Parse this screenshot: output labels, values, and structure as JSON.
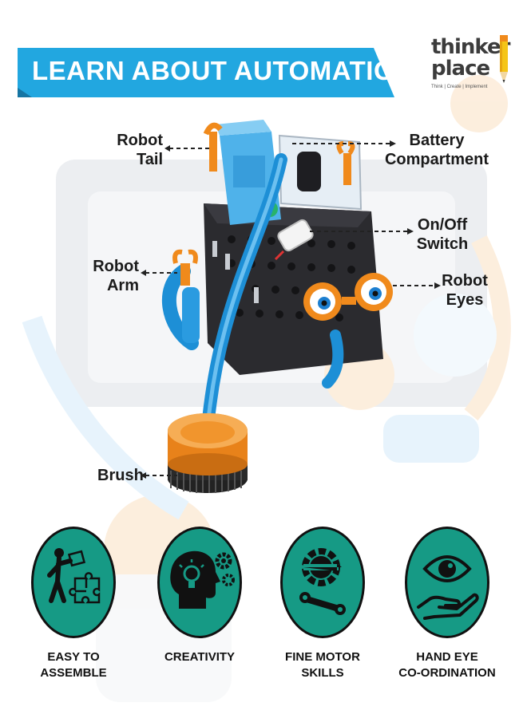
{
  "banner": {
    "title": "LEARN ABOUT AUTOMATION"
  },
  "logo": {
    "line1": "thinker",
    "line2": "place",
    "tagline": "Think | Create | Implement"
  },
  "colors": {
    "banner": "#22a7e0",
    "banner_shadow": "#1675a3",
    "feature_circle": "#169a85",
    "robot_blue": "#1d8fd6",
    "robot_orange": "#f08a1c"
  },
  "labels": {
    "robot_tail": {
      "line1": "Robot",
      "line2": "Tail"
    },
    "battery": {
      "line1": "Battery",
      "line2": "Compartment"
    },
    "onoff": {
      "line1": "On/Off",
      "line2": "Switch"
    },
    "robot_arm": {
      "line1": "Robot",
      "line2": "Arm"
    },
    "robot_eyes": {
      "line1": "Robot",
      "line2": "Eyes"
    },
    "brush": {
      "line1": "Brush"
    }
  },
  "features": [
    {
      "line1": "EASY TO",
      "line2": "ASSEMBLE",
      "icon": "puzzle-assemble-icon"
    },
    {
      "line1": "CREATIVITY",
      "line2": "",
      "icon": "head-gears-icon"
    },
    {
      "line1": "FINE MOTOR",
      "line2": "SKILLS",
      "icon": "gear-tools-icon"
    },
    {
      "line1": "HAND EYE",
      "line2": "CO-ORDINATION",
      "icon": "hand-eye-icon"
    }
  ]
}
